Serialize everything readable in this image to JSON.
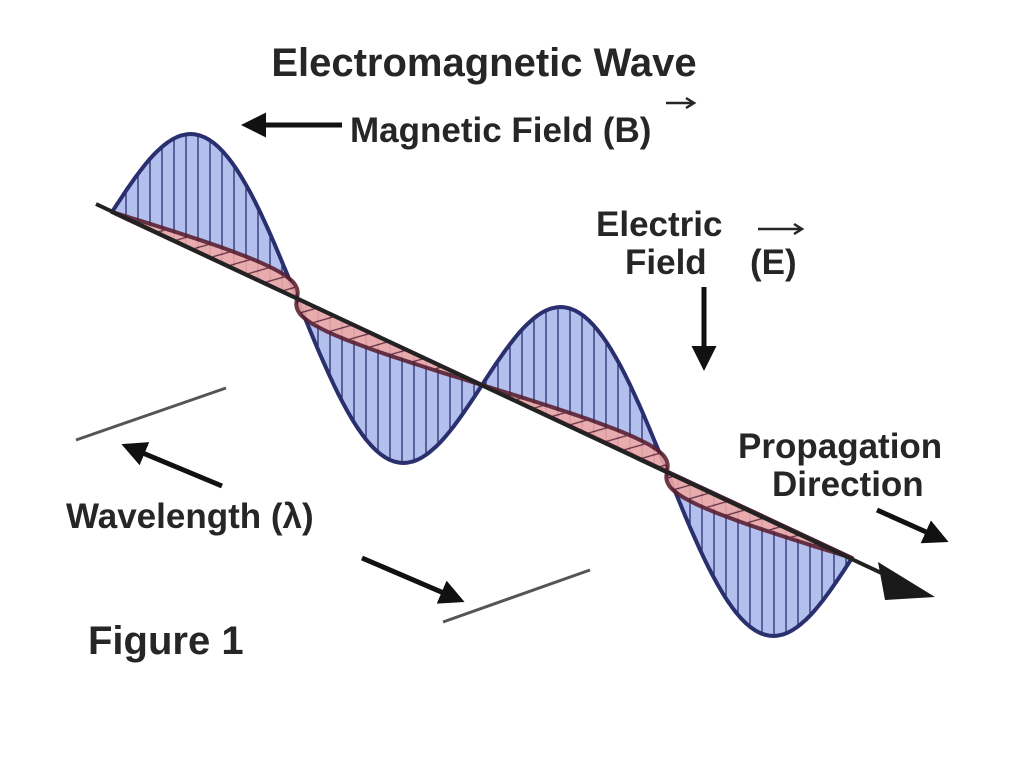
{
  "diagram": {
    "title": "Electromagnetic Wave",
    "labels": {
      "magnetic_field": "Magnetic Field (B)",
      "magnetic_vector_symbol": "B",
      "electric_line1": "Electric",
      "electric_line2": "Field",
      "electric_symbol": "(E)",
      "electric_vector_symbol": "E",
      "propagation_line1": "Propagation",
      "propagation_line2": "Direction",
      "wavelength": "Wavelength (λ)",
      "figure": "Figure 1"
    },
    "colors": {
      "magnetic_fill": "#b3c0ee",
      "magnetic_stroke": "#2a2f6e",
      "electric_fill": "#f0a9a6",
      "electric_stroke": "#5a1d2c",
      "overlap_fill": "#8e5c9a",
      "axis": "#222222",
      "text": "#262626"
    }
  }
}
